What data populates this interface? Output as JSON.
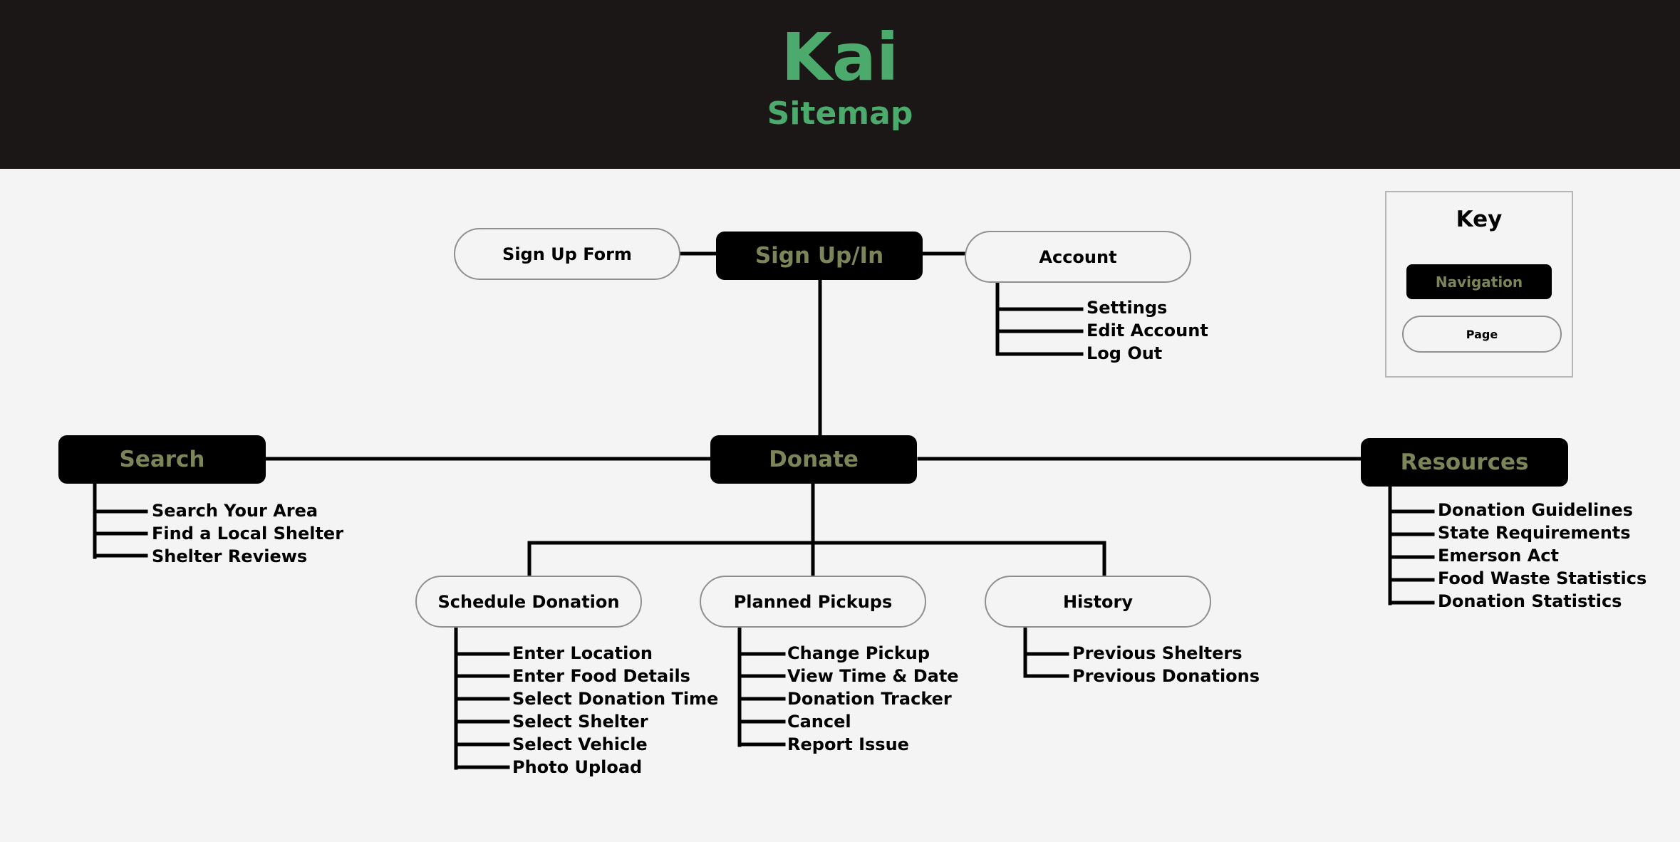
{
  "header": {
    "title": "Kai",
    "subtitle": "Sitemap"
  },
  "key": {
    "title": "Key",
    "navigation_label": "Navigation",
    "page_label": "Page"
  },
  "sitemap": {
    "sign_up_in": {
      "label": "Sign Up/In",
      "sign_up_form": "Sign Up Form",
      "account": {
        "label": "Account",
        "items": [
          "Settings",
          "Edit Account",
          "Log Out"
        ]
      }
    },
    "donate": {
      "label": "Donate",
      "schedule_donation": {
        "label": "Schedule Donation",
        "items": [
          "Enter Location",
          "Enter Food Details",
          "Select Donation Time",
          "Select Shelter",
          "Select Vehicle",
          "Photo Upload"
        ]
      },
      "planned_pickups": {
        "label": "Planned Pickups",
        "items": [
          "Change Pickup",
          "View Time & Date",
          "Donation Tracker",
          "Cancel",
          "Report Issue"
        ]
      },
      "history": {
        "label": "History",
        "items": [
          "Previous Shelters",
          "Previous Donations"
        ]
      }
    },
    "search": {
      "label": "Search",
      "items": [
        "Search Your Area",
        "Find a Local Shelter",
        "Shelter Reviews"
      ]
    },
    "resources": {
      "label": "Resources",
      "items": [
        "Donation Guidelines",
        "State Requirements",
        "Emerson Act",
        "Food Waste Statistics",
        "Donation Statistics"
      ]
    }
  }
}
